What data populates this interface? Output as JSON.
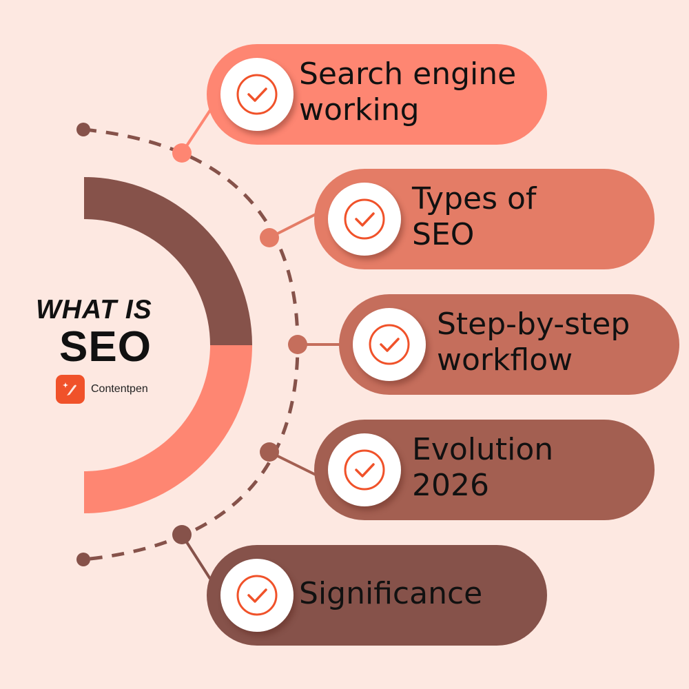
{
  "title": {
    "line1": "WHAT IS",
    "line2": "SEO"
  },
  "brand": {
    "name": "Contentpen",
    "icon": "pen-sparkle-icon"
  },
  "colors": {
    "background": "#fde8e1",
    "dark": "#86524a",
    "light": "#fe8672",
    "check": "#f0522a"
  },
  "items": [
    {
      "label": "Search engine\nworking",
      "color": "#fe8672",
      "icon": "check-circle-icon"
    },
    {
      "label": "Types of\nSEO",
      "color": "#e47c66",
      "icon": "check-circle-icon"
    },
    {
      "label": "Step-by-step\nworkflow",
      "color": "#c56e5c",
      "icon": "check-circle-icon"
    },
    {
      "label": "Evolution\n2026",
      "color": "#a35f51",
      "icon": "check-circle-icon"
    },
    {
      "label": "Significance",
      "color": "#86524a",
      "icon": "check-circle-icon"
    }
  ]
}
